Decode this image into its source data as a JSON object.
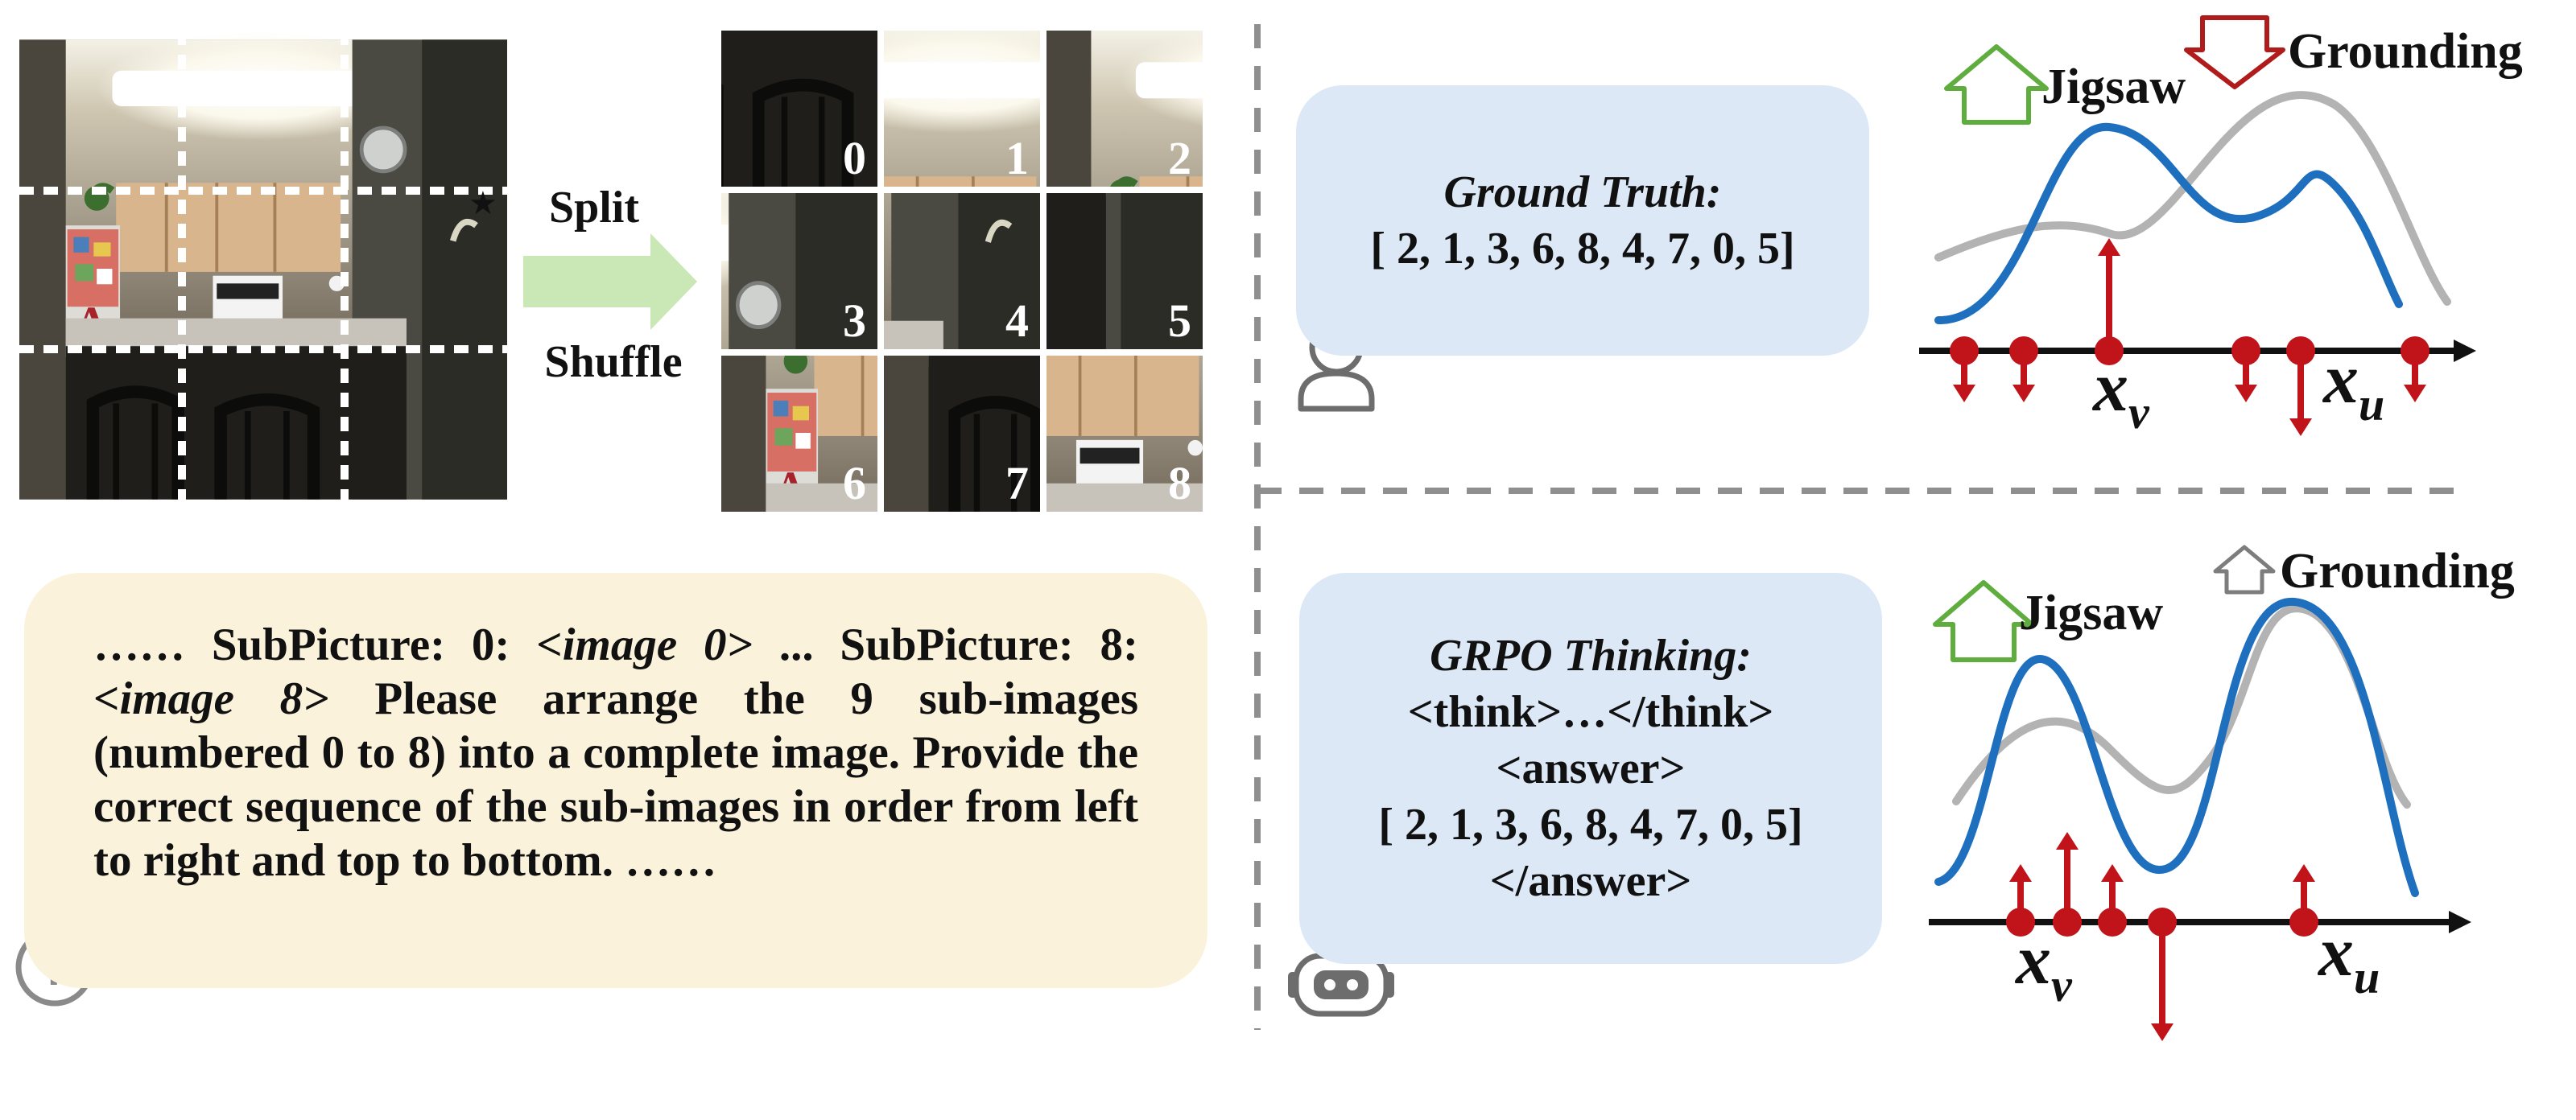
{
  "puzzle": {
    "split_label": "Split",
    "shuffle_label": "Shuffle",
    "tile_numbers": [
      "0",
      "1",
      "2",
      "3",
      "4",
      "5",
      "6",
      "7",
      "8"
    ]
  },
  "prompt": {
    "lead": "……  SubPicture: 0: ",
    "image0": "<image 0>",
    "mid": " ... SubPicture: 8: ",
    "image8": "<image 8>",
    "rest": " Please arrange the 9 sub-images (numbered 0 to 8) into a complete image. Provide the correct sequence of the sub-images in order from left to right and top to bottom. ……"
  },
  "top_panel": {
    "title": "Ground Truth:",
    "sequence": "[ 2, 1, 3, 6, 8, 4, 7, 0, 5]",
    "jigsaw_label": "Jigsaw",
    "grounding_label": "Grounding",
    "xv_label": "x",
    "xv_sub": "v",
    "xu_label": "x",
    "xu_sub": "u"
  },
  "bottom_panel": {
    "title": "GRPO Thinking:",
    "think": "<think>…</think>",
    "answer_open": "<answer>",
    "sequence": "[ 2, 1, 3, 6, 8, 4, 7, 0, 5]",
    "answer_close": "</answer>",
    "jigsaw_label": "Jigsaw",
    "grounding_label": "Grounding",
    "xv_label": "x",
    "xv_sub": "v",
    "xu_label": "x",
    "xu_sub": "u"
  },
  "colors": {
    "jigsaw_arrow": "#5fad3f",
    "grounding_arrow": "#b01c1c",
    "curve_policy": "#1f6fbf",
    "curve_reference": "#b3b3b3",
    "sample_marker": "#c0141a",
    "bubble_fill": "#dce8f6",
    "prompt_fill": "#fbf2dc",
    "split_arrow": "#c9e8b5"
  }
}
